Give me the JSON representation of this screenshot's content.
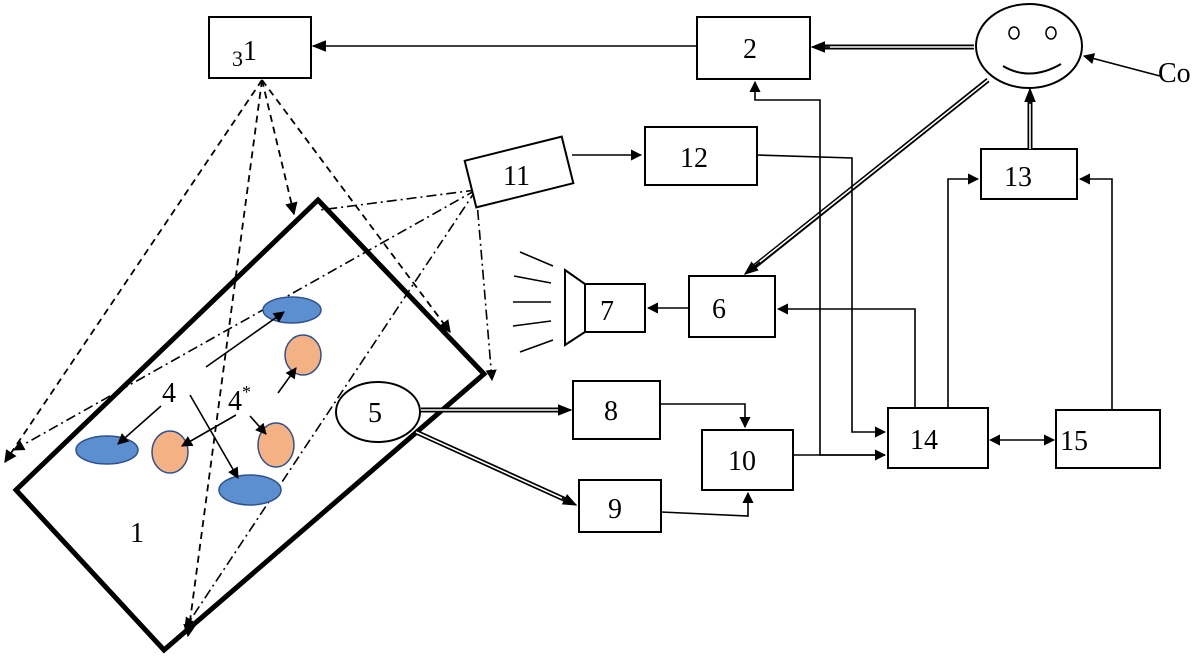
{
  "nodes": {
    "n1_room": "1",
    "n2": "2",
    "n3_main": "3",
    "n3_sub": "1",
    "n4": "4",
    "n4_star_main": "4",
    "n4_star_sup": "*",
    "n5": "5",
    "n6": "6",
    "n7": "7",
    "n8": "8",
    "n9": "9",
    "n10": "10",
    "n11": "11",
    "n12": "12",
    "n13": "13",
    "n14": "14",
    "n15": "15",
    "operator_input": "Co"
  },
  "colors": {
    "blue_ellipse": "#5B8FD0",
    "orange_ellipse": "#F4B183",
    "ellipse_stroke": "#2F528F",
    "line": "#000000"
  }
}
